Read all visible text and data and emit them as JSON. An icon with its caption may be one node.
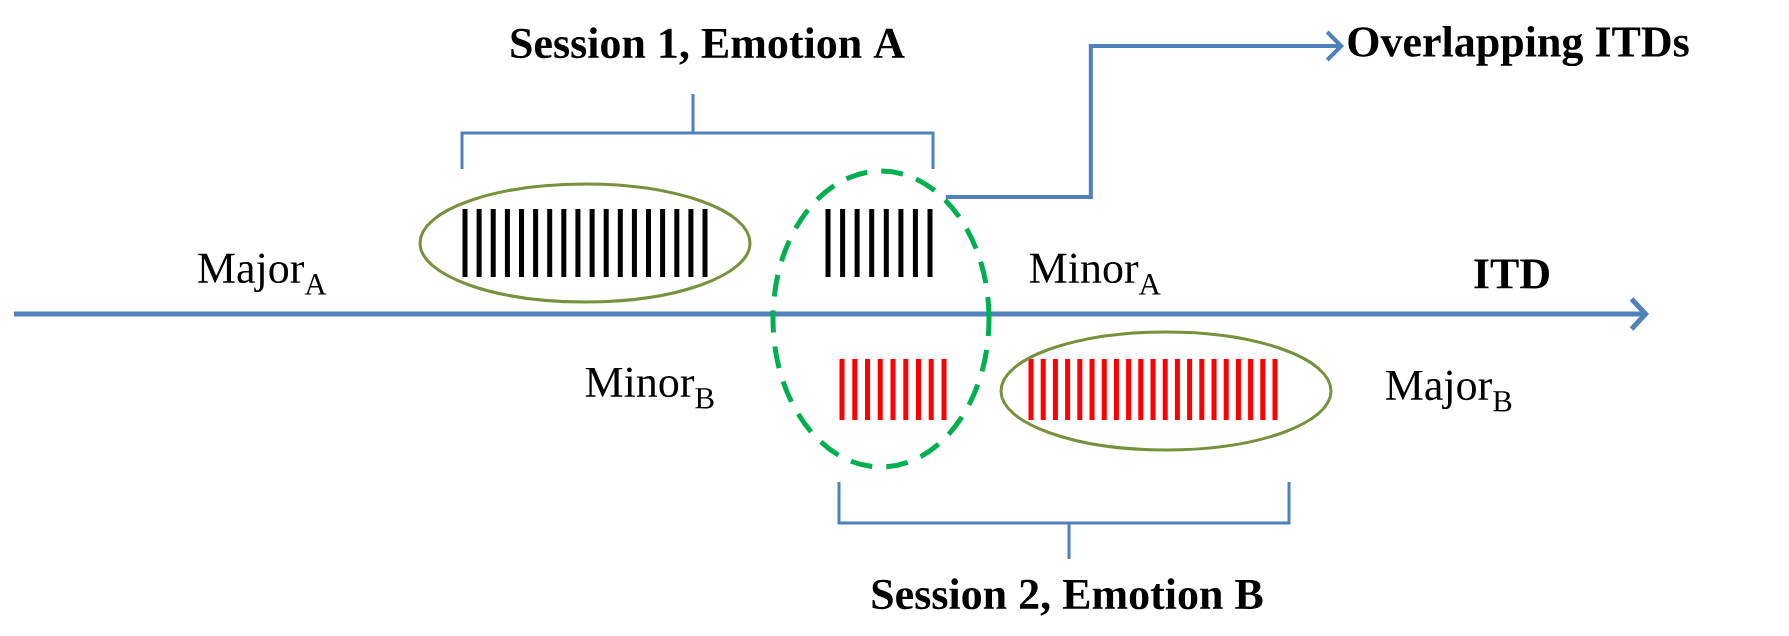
{
  "diagram": {
    "nodes": [
      {
        "text": [],
        "shape": "ellipse",
        "beside": [
          "Major$_{A}$"
        ]
      },
      {
        "text": [],
        "shape": "ellipse"
      },
      {
        "text": [],
        "shape": "ellipse",
        "beside": [
          "Major$_{B}$"
        ]
      },
      {
        "text": [
          "Overlapping ITDs"
        ]
      }
    ],
    "edges": [
      {
        "from": 1,
        "to": 3,
        "arrow": "to"
      }
    ],
    "labels": [
      "Session 1, Emotion A",
      "ITD",
      "Minor$_{A}$",
      "Minor$_{B}$",
      "Session 2, Emotion B"
    ]
  }
}
